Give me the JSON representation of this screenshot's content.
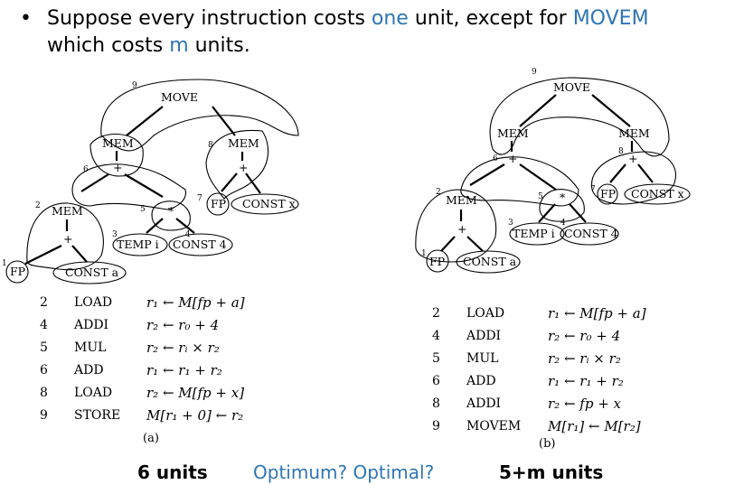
{
  "headline": {
    "bullet": "•",
    "segments": [
      {
        "text": "Suppose every instruction costs ",
        "accent": false
      },
      {
        "text": "one",
        "accent": true
      },
      {
        "text": " unit, except for ",
        "accent": false
      },
      {
        "text": "MOVEM",
        "accent": true
      },
      {
        "text": " which costs ",
        "accent": false
      },
      {
        "text": "m",
        "accent": true
      },
      {
        "text": " units.",
        "accent": false
      }
    ]
  },
  "colors": {
    "accent": "#2E75B6",
    "text": "#000000"
  },
  "tree_a": {
    "nodes": [
      {
        "id": "move",
        "label": "MOVE",
        "num": "9"
      },
      {
        "id": "mem_l",
        "label": "MEM",
        "num": ""
      },
      {
        "id": "mem_r",
        "label": "MEM",
        "num": "8"
      },
      {
        "id": "plus_l",
        "label": "+",
        "num": "6"
      },
      {
        "id": "plus_r",
        "label": "+",
        "num": ""
      },
      {
        "id": "mem_ll",
        "label": "MEM",
        "num": "2"
      },
      {
        "id": "times",
        "label": "*",
        "num": "5"
      },
      {
        "id": "fp_r",
        "label": "FP",
        "num": "7"
      },
      {
        "id": "const_x",
        "label": "CONST x",
        "num": ""
      },
      {
        "id": "plus_ll",
        "label": "+",
        "num": ""
      },
      {
        "id": "temp_i",
        "label": "TEMP i",
        "num": "3"
      },
      {
        "id": "const_4",
        "label": "CONST 4",
        "num": "4"
      },
      {
        "id": "fp_l",
        "label": "FP",
        "num": "1"
      },
      {
        "id": "const_a",
        "label": "CONST a",
        "num": ""
      }
    ]
  },
  "tree_b": {
    "nodes": [
      {
        "id": "move",
        "label": "MOVE",
        "num": "9"
      },
      {
        "id": "mem_l",
        "label": "MEM",
        "num": ""
      },
      {
        "id": "mem_r",
        "label": "MEM",
        "num": ""
      },
      {
        "id": "plus_l",
        "label": "+",
        "num": "6"
      },
      {
        "id": "plus_r",
        "label": "+",
        "num": "8"
      },
      {
        "id": "mem_ll",
        "label": "MEM",
        "num": "2"
      },
      {
        "id": "times",
        "label": "*",
        "num": "5"
      },
      {
        "id": "fp_r",
        "label": "FP",
        "num": "7"
      },
      {
        "id": "const_x",
        "label": "CONST x",
        "num": ""
      },
      {
        "id": "plus_ll",
        "label": "+",
        "num": ""
      },
      {
        "id": "temp_i",
        "label": "TEMP i",
        "num": "3"
      },
      {
        "id": "const_4",
        "label": "CONST 4",
        "num": "4"
      },
      {
        "id": "fp_l",
        "label": "FP",
        "num": "1"
      },
      {
        "id": "const_a",
        "label": "CONST a",
        "num": ""
      }
    ]
  },
  "code_a": {
    "rows": [
      {
        "num": "2",
        "op": "LOAD",
        "expr": "r₁ ← M[fp + a]"
      },
      {
        "num": "4",
        "op": "ADDI",
        "expr": "r₂ ← r₀ + 4"
      },
      {
        "num": "5",
        "op": "MUL",
        "expr": "r₂ ← rᵢ × r₂"
      },
      {
        "num": "6",
        "op": "ADD",
        "expr": "r₁ ← r₁ + r₂"
      },
      {
        "num": "8",
        "op": "LOAD",
        "expr": "r₂ ← M[fp + x]"
      },
      {
        "num": "9",
        "op": "STORE",
        "expr": "M[r₁ + 0] ← r₂"
      }
    ],
    "caption": "(a)"
  },
  "code_b": {
    "rows": [
      {
        "num": "2",
        "op": "LOAD",
        "expr": "r₁ ← M[fp + a]"
      },
      {
        "num": "4",
        "op": "ADDI",
        "expr": "r₂ ← r₀ + 4"
      },
      {
        "num": "5",
        "op": "MUL",
        "expr": "r₂ ← rᵢ × r₂"
      },
      {
        "num": "6",
        "op": "ADD",
        "expr": "r₁ ← r₁ + r₂"
      },
      {
        "num": "8",
        "op": "ADDI",
        "expr": "r₂ ← fp + x"
      },
      {
        "num": "9",
        "op": "MOVEM",
        "expr": "M[r₁] ← M[r₂]"
      }
    ],
    "caption": "(b)"
  },
  "footer": {
    "left": "6 units",
    "middle": "Optimum? Optimal?",
    "right": "5+m units"
  }
}
